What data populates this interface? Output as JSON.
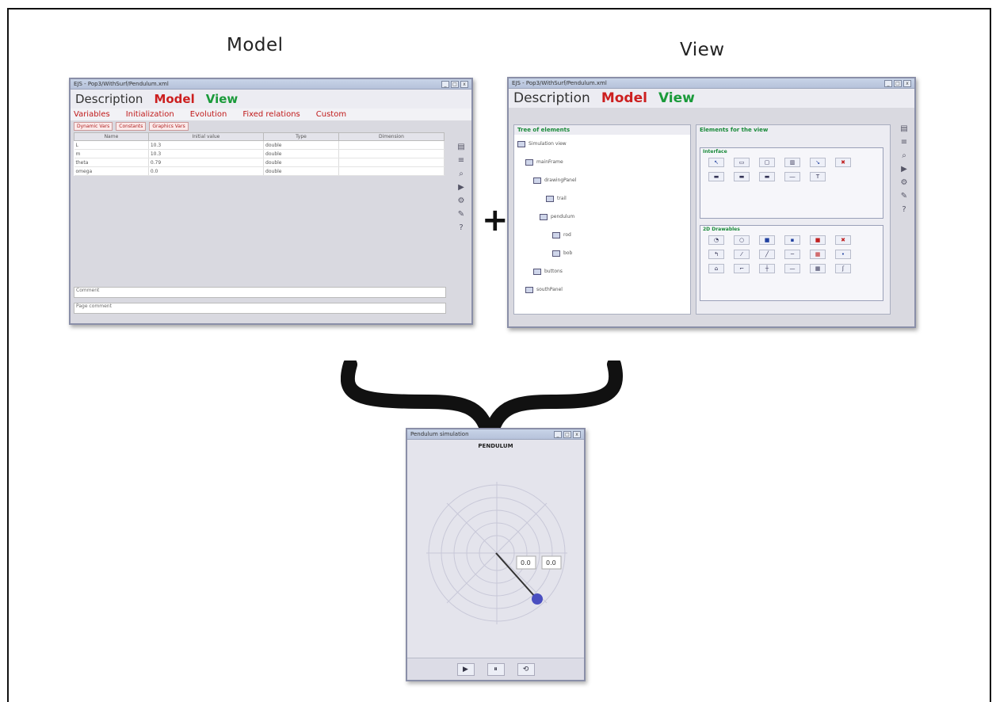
{
  "headings": {
    "model": "Model",
    "view": "View"
  },
  "model_window": {
    "title": "EJS - Pop3/WithSurf/Pendulum.xml",
    "tabs": {
      "description": "Description",
      "model": "Model",
      "view": "View"
    },
    "subtabs": [
      "Variables",
      "Initialization",
      "Evolution",
      "Fixed relations",
      "Custom"
    ],
    "pages": [
      "Dynamic Vars",
      "Constants",
      "Graphics Vars"
    ],
    "table": {
      "headers": [
        "Name",
        "Initial value",
        "Type",
        "Dimension"
      ],
      "rows": [
        [
          "L",
          "10.3",
          "double",
          ""
        ],
        [
          "m",
          "10.3",
          "double",
          ""
        ],
        [
          "theta",
          "0.79",
          "double",
          ""
        ],
        [
          "omega",
          "0.0",
          "double",
          ""
        ]
      ]
    },
    "comment_label": "Comment",
    "page_comment": "Page comment"
  },
  "view_window": {
    "title": "EJS - Pop3/WithSurf/Pendulum.xml",
    "tabs": {
      "description": "Description",
      "model": "Model",
      "view": "View"
    },
    "tree_title": "Tree of elements",
    "tree_items": [
      "Simulation view",
      "mainFrame",
      "drawingPanel",
      "trail",
      "pendulum",
      "rod",
      "bob",
      "buttons",
      "southPanel"
    ],
    "palette_title": "Elements for the view",
    "group1_title": "Interface",
    "group2_title": "2D Drawables"
  },
  "sim_window": {
    "title": "Pendulum simulation",
    "top_label": "PENDULUM",
    "label_a": "0.0",
    "label_b": "0.0",
    "buttons": [
      "▶",
      "⏸",
      "⟲"
    ],
    "colors": {
      "bob": "#4a4fc0",
      "grid": "#c8c8d8"
    }
  }
}
